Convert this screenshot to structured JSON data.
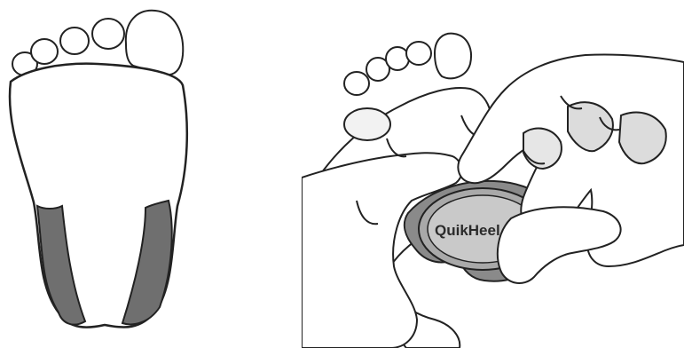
{
  "colors": {
    "outline": "#222222",
    "skin": "#ffffff",
    "heel_shading": "#6f6f6f",
    "device_body": "#8a8a8a",
    "device_face": "#c9c9c9",
    "device_ring": "#a9a9a9",
    "toe_tint": "#e6e6e6"
  },
  "left_panel": {
    "subject": "foot-sole",
    "highlighted_regions": [
      "heel-lateral",
      "heel-medial"
    ]
  },
  "right_panel": {
    "subject": "heel-puncture-device-applied",
    "device": {
      "label_text": "QuikHeel"
    }
  }
}
